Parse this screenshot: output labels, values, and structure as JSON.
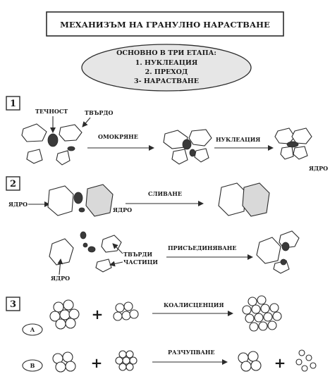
{
  "title": "МЕХАНИЗЪМ НА ГРАНУЛНО НАРАСТВАНЕ",
  "overview": {
    "heading": "ОСНОВНО В ТРИ ЕТАПА:",
    "items": [
      "1. НУКЛЕАЦИЯ",
      "2. ПРЕХОД",
      "3- НАРАСТВАНЕ"
    ]
  },
  "stage1": {
    "number": "1",
    "liquid_label": "ТЕЧНОСТ",
    "solid_label": "ТВЪРДО",
    "wetting_label": "ОМОКРЯНЕ",
    "nucleation_label": "НУКЛЕАЦИЯ",
    "nucleus_label": "ЯДРО"
  },
  "stage2": {
    "number": "2",
    "nucleus_left_label": "ЯДРО",
    "nucleus_right_label": "ЯДРО",
    "coalescence_label": "СЛИВАНЕ",
    "solid_particles_line1": "ТВЪРДИ",
    "solid_particles_line2": "ЧАСТИЦИ",
    "nucleus_bottom_label": "ЯДРО",
    "attachment_label": "ПРИСЪЕДИНЯВАНЕ"
  },
  "stage3": {
    "number": "3",
    "plus": "+",
    "case_a": "A",
    "case_b": "B",
    "coalescence_label": "КОАЛИСЦЕНЦИЯ",
    "breakage_label": "РАЗЧУПВАНЕ"
  },
  "colors": {
    "ink": "#2b2b2b",
    "dark_liquid": "#3a3a3a",
    "shaded": "#d9d9d9",
    "ellipse_fill": "#e6e6e6"
  }
}
